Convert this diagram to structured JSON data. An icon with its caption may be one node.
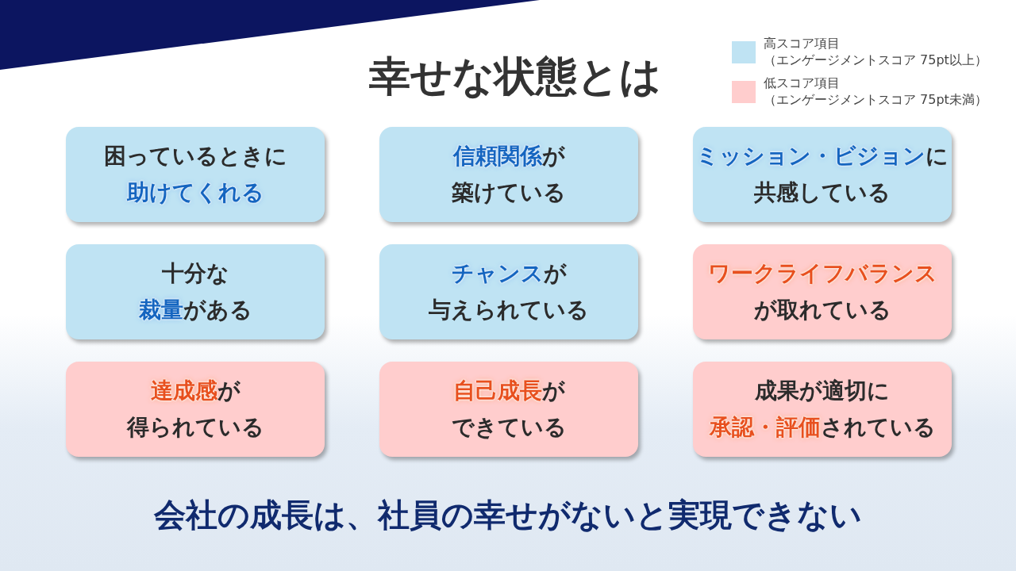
{
  "diagram": {
    "title": "幸せな状態とは",
    "caption": "会社の成長は、社員の幸せがないと実現できない",
    "nodes": [
      {
        "text": [
          "困っているときに**助けてくれる**"
        ]
      },
      {
        "text": [
          "**信頼関係**が築けている"
        ]
      },
      {
        "text": [
          "**ミッション・ビジョン**に共感している"
        ]
      },
      {
        "text": [
          "十分な**裁量**がある"
        ]
      },
      {
        "text": [
          "**チャンス**が与えられている"
        ]
      },
      {
        "text": [
          "**ワークライフバランス**が取れている"
        ]
      },
      {
        "text": [
          "**達成感**が得られている"
        ]
      },
      {
        "text": [
          "**自己成長**ができている"
        ]
      },
      {
        "text": [
          "成果が適切に**承認・評価**されている"
        ]
      }
    ],
    "edges": [],
    "legend": [
      {
        "text": "高スコア項目（エンゲージメントスコア 75pt以上）",
        "color": "#bfe3f3"
      },
      {
        "text": "低スコア項目（エンゲージメントスコア 75pt未満）",
        "color": "#ffcdcd"
      }
    ]
  }
}
